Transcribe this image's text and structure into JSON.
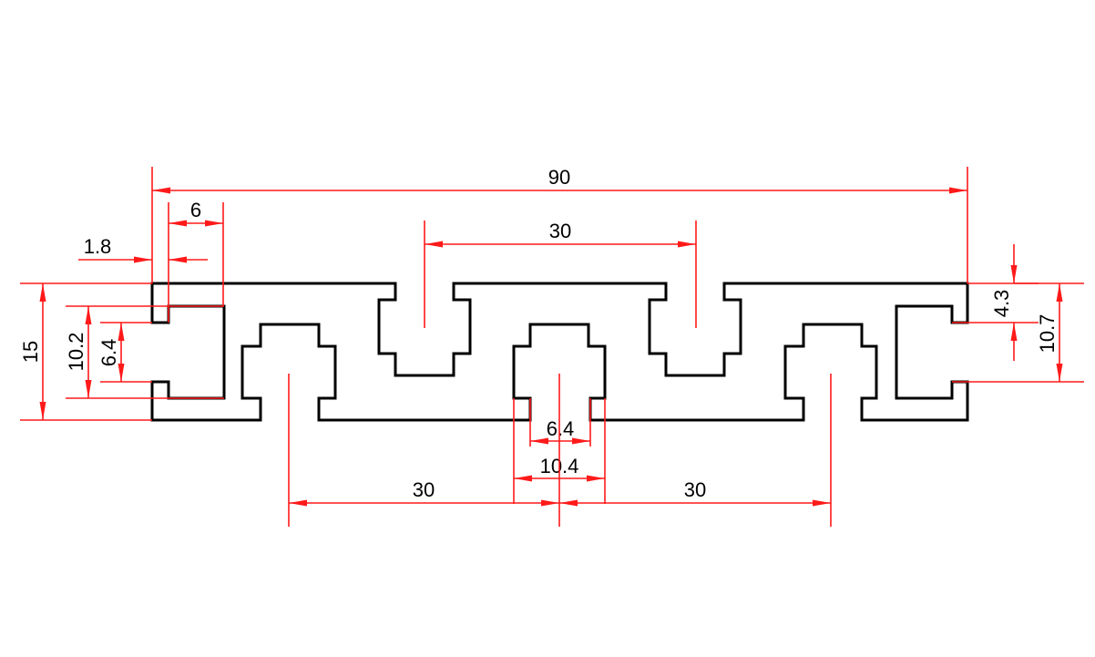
{
  "drawing": {
    "colors": {
      "profile": "#000000",
      "dimension": "#ff1a1a",
      "text": "#000000",
      "background": "#ffffff"
    },
    "dimensions": {
      "overall_width": "90",
      "top_slot_pitch": "30",
      "bottom_pitch_left": "30",
      "bottom_pitch_right": "30",
      "end_wall_thickness": "1.8",
      "end_slot_depth": "6",
      "height": "15",
      "end_inner_height": "10.2",
      "end_slot_opening": "6.4",
      "slot_opening": "6.4",
      "slot_inner_width": "10.4",
      "right_wall_thickness": "4.3",
      "right_inner_height": "10.7"
    }
  }
}
